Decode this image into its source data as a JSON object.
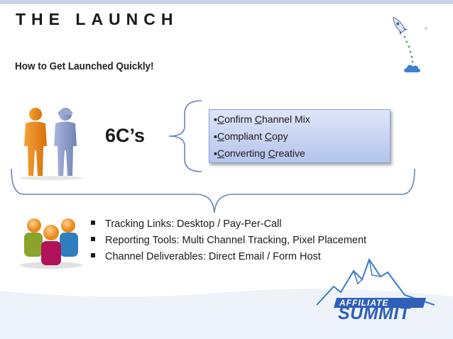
{
  "slide": {
    "title": "THE LAUNCH",
    "subtitle": "How to Get Launched Quickly!",
    "six_cs_label": "6C’s",
    "c_items": [
      {
        "c1": "C",
        "r1": "onfirm ",
        "c2": "C",
        "r2": "hannel Mix"
      },
      {
        "c1": "C",
        "r1": "ompliant ",
        "c2": "C",
        "r2": "opy"
      },
      {
        "c1": "C",
        "r1": "onverting ",
        "c2": "C",
        "r2": "reative"
      }
    ],
    "c_bullet_glyph": "▪",
    "bullets": [
      "Tracking Links: Desktop / Pay-Per-Call",
      "Reporting Tools: Multi Channel Tracking, Pixel Placement",
      "Channel Deliverables: Direct Email / Form Host"
    ]
  },
  "logo": {
    "line1": "AFFILIATE",
    "line2": "SUMMIT"
  },
  "colors": {
    "accent_blue": "#2f5fb6",
    "box_border": "#8da1d6",
    "bracket": "#6b83c4",
    "person_orange": "#f08a1c",
    "person_blue": "#8f9fc9"
  },
  "icons": {
    "rocket": "rocket-icon",
    "cloud": "cloud-icon",
    "people": "people-group-icon",
    "two_people": "two-people-icon",
    "mountain": "mountain-icon"
  }
}
